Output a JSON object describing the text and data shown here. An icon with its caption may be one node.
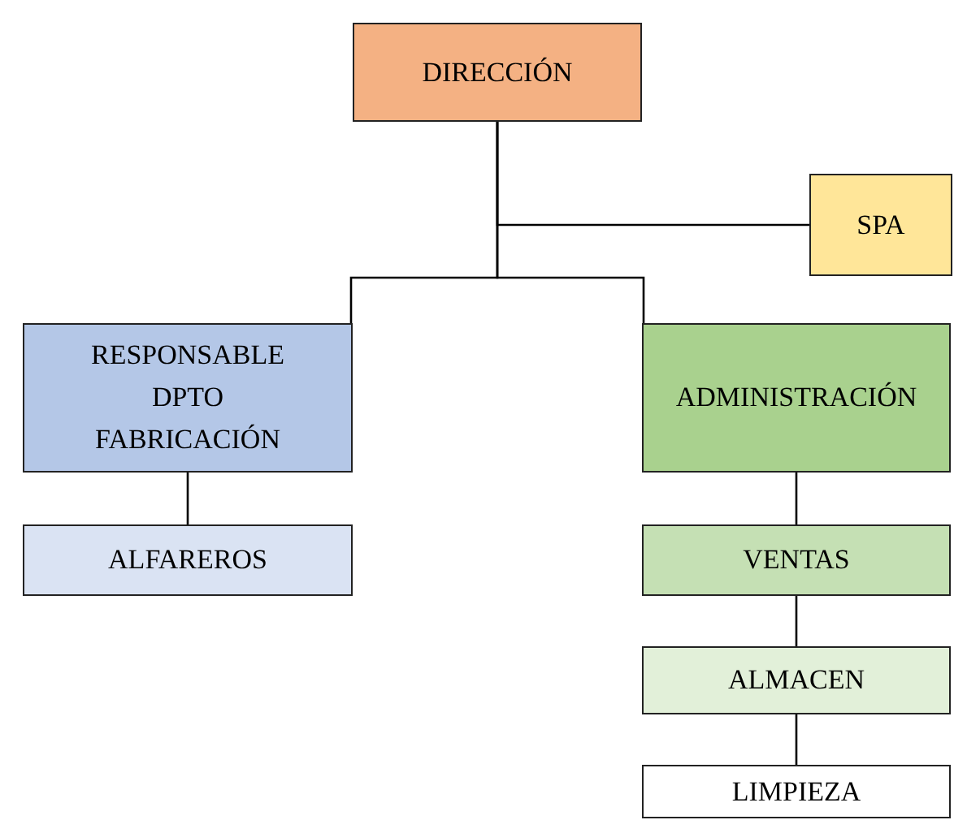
{
  "diagram": {
    "nodes": [
      {
        "text": [
          "DIRECCIÓN"
        ]
      },
      {
        "text": [
          "SPA"
        ]
      },
      {
        "text": [
          "RESPONSABLE DPTO FABRICACIÓN"
        ]
      },
      {
        "text": [
          "ADMINISTRACIÓN"
        ]
      },
      {
        "text": [
          "ALFAREROS"
        ]
      },
      {
        "text": [
          "VENTAS"
        ]
      },
      {
        "text": [
          "ALMACEN"
        ]
      },
      {
        "text": [
          "LIMPIEZA"
        ]
      }
    ],
    "edges": [
      {
        "from": 0,
        "to": 1,
        "arrow": "none"
      },
      {
        "from": 0,
        "to": 2,
        "arrow": "none"
      },
      {
        "from": 0,
        "to": 3,
        "arrow": "none"
      },
      {
        "from": 2,
        "to": 4,
        "arrow": "none"
      },
      {
        "from": 3,
        "to": 5,
        "arrow": "none"
      },
      {
        "from": 5,
        "to": 6,
        "arrow": "none"
      },
      {
        "from": 6,
        "to": 7,
        "arrow": "none"
      }
    ]
  }
}
